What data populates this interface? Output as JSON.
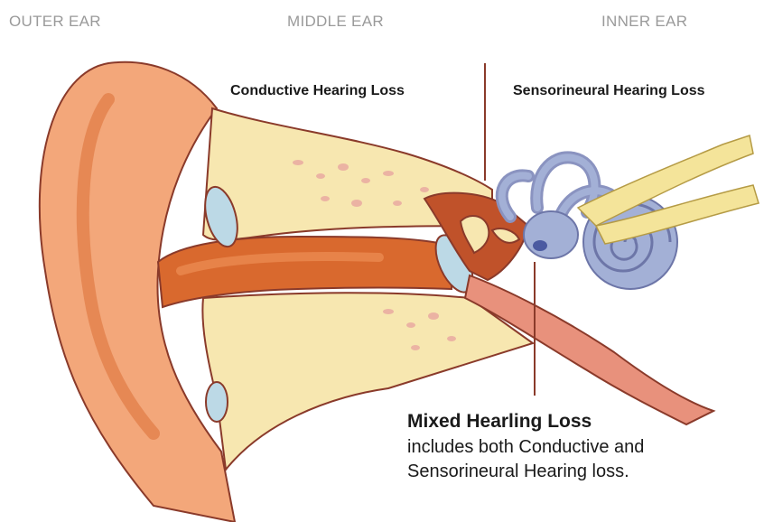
{
  "regions": {
    "outer": "OUTER EAR",
    "middle": "MIDDLE EAR",
    "inner": "INNER EAR"
  },
  "hearing_loss": {
    "conductive": "Conductive Hearing Loss",
    "sensorineural": "Sensorineural Hearing Loss",
    "mixed_title": "Mixed Hearling Loss",
    "mixed_desc_line1": "includes both Conductive and",
    "mixed_desc_line2": "Sensorineural Hearing loss."
  },
  "colors": {
    "skin": "#f3a77a",
    "skin_dark": "#e07a45",
    "canal": "#d9692e",
    "bone": "#f7e7b0",
    "membrane": "#bcd9e6",
    "cochlea": "#a3b0d6",
    "nerve": "#f4e49a",
    "divider": "#8a3a2a"
  }
}
